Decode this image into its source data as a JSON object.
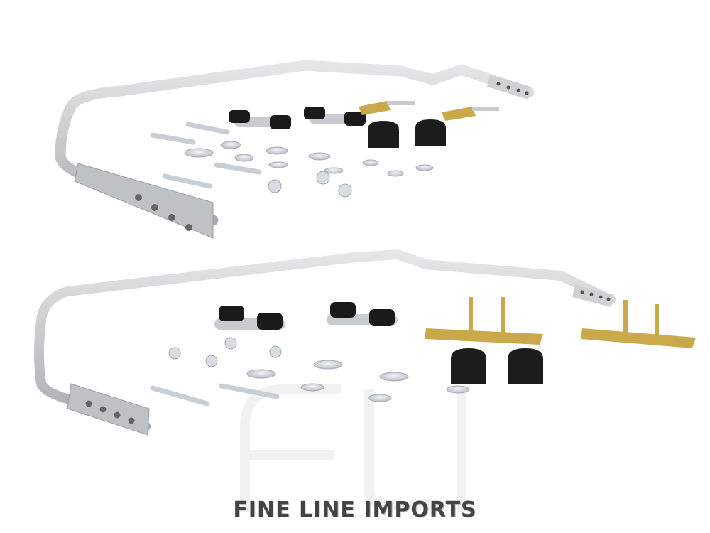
{
  "image": {
    "subject": "sway-bar-kit-product-photo",
    "watermark": {
      "monogram": "FLI",
      "text": "FINE LINE IMPORTS"
    },
    "colors": {
      "bar": "#c9cbcc",
      "bushing": "#1a1a1a",
      "zinc": "#d8dde2",
      "bracket": "#c9a94a",
      "watermark_text": "#444444"
    }
  }
}
